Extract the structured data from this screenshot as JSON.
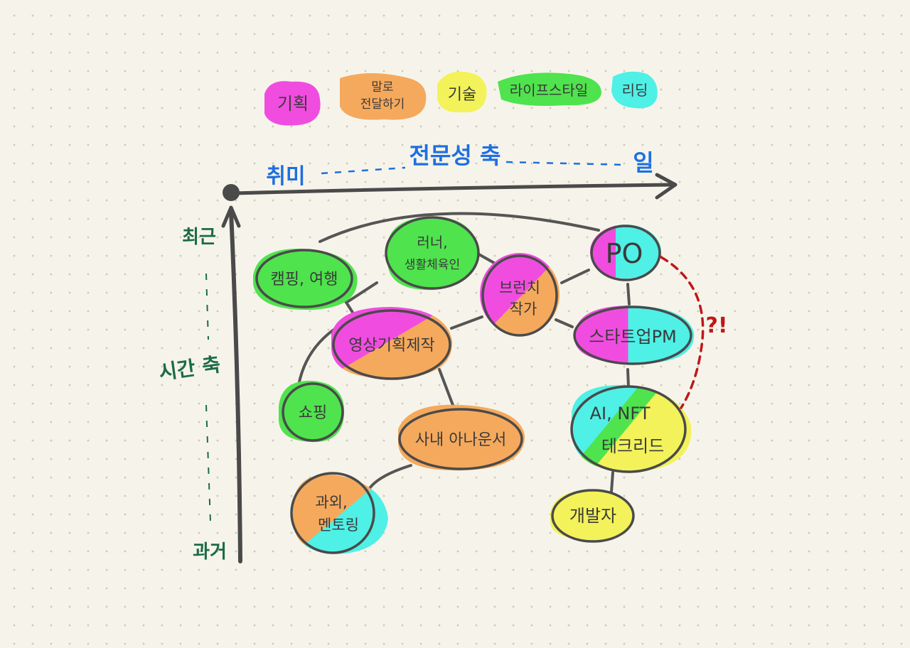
{
  "legend": [
    {
      "id": "planning",
      "label": "기획",
      "color": "#f04de0"
    },
    {
      "id": "speaking",
      "label": "말로\n전달하기",
      "color": "#f5a95d"
    },
    {
      "id": "tech",
      "label": "기술",
      "color": "#f3f25a"
    },
    {
      "id": "lifestyle",
      "label": "라이프스타일",
      "color": "#4fe34d"
    },
    {
      "id": "leading",
      "label": "리딩",
      "color": "#4ff0e6"
    }
  ],
  "axes": {
    "x": {
      "left": "취미",
      "center": "전문성 축",
      "right": "일",
      "color": "#1f6fe0"
    },
    "y": {
      "top": "최근",
      "center": "시간 축",
      "bottom": "과거",
      "color": "#1d6b45"
    }
  },
  "nodes": [
    {
      "id": "camping",
      "label": "캠핑, 여행",
      "colors": [
        "#4fe34d"
      ]
    },
    {
      "id": "runner",
      "label": "러너,\n생활체육인",
      "colors": [
        "#4fe34d"
      ]
    },
    {
      "id": "brunch",
      "label": "브런치\n작가",
      "colors": [
        "#f04de0",
        "#f5a95d"
      ]
    },
    {
      "id": "po",
      "label": "PO",
      "colors": [
        "#f04de0",
        "#4ff0e6"
      ]
    },
    {
      "id": "video",
      "label": "영상기획제작",
      "colors": [
        "#f04de0",
        "#f5a95d"
      ]
    },
    {
      "id": "startup",
      "label": "스타트업PM",
      "colors": [
        "#f04de0",
        "#4ff0e6"
      ]
    },
    {
      "id": "shopping",
      "label": "쇼핑",
      "colors": [
        "#4fe34d"
      ]
    },
    {
      "id": "announcer",
      "label": "사내 아나운서",
      "colors": [
        "#f5a95d"
      ]
    },
    {
      "id": "ainft",
      "label": "AI, NFT\n테크리드",
      "colors": [
        "#4ff0e6",
        "#4fe34d",
        "#f3f25a"
      ]
    },
    {
      "id": "tutor",
      "label": "과외,\n멘토링",
      "colors": [
        "#f5a95d",
        "#4ff0e6"
      ]
    },
    {
      "id": "developer",
      "label": "개발자",
      "colors": [
        "#f3f25a"
      ]
    }
  ],
  "question_mark": "?!",
  "colors": {
    "ink": "#4a4a4a",
    "red_dash": "#c0171b"
  }
}
